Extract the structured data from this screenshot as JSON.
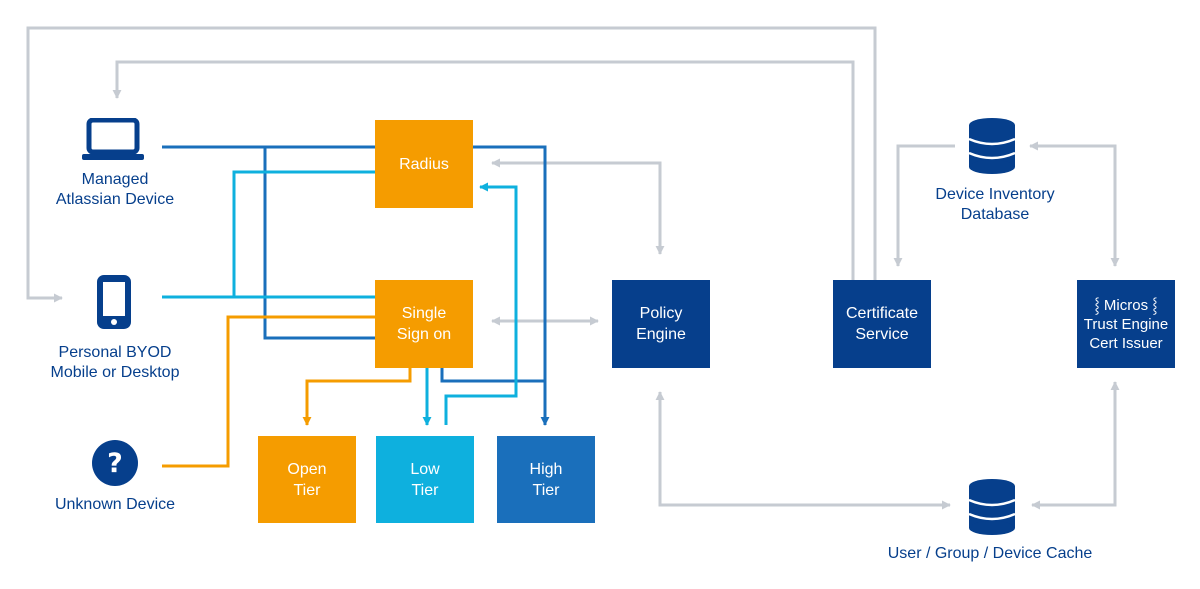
{
  "devices": {
    "managed": {
      "label": "Managed\nAtlassian Device",
      "icon": "laptop-icon"
    },
    "byod": {
      "label": "Personal BYOD\nMobile or Desktop",
      "icon": "mobile-phone-icon"
    },
    "unknown": {
      "label": "Unknown Device",
      "icon": "question-mark-icon"
    }
  },
  "nodes": {
    "radius": "Radius",
    "sso": "Single\nSign on",
    "open_tier": "Open\nTier",
    "low_tier": "Low\nTier",
    "high_tier": "High\nTier",
    "policy_engine": "Policy\nEngine",
    "certificate_service": "Certificate\nService",
    "micros": "⸾ Micros ⸾\nTrust Engine\nCert Issuer"
  },
  "databases": {
    "inventory": {
      "label": "Device Inventory\nDatabase",
      "icon": "database-icon"
    },
    "cache": {
      "label": "User / Group / Device Cache",
      "icon": "database-icon"
    }
  },
  "colors": {
    "orange": "#f59c00",
    "light_blue": "#0eb0de",
    "mid_blue": "#1a6fbb",
    "navy": "#063f8c",
    "gray_connector": "#c6cbd2"
  }
}
